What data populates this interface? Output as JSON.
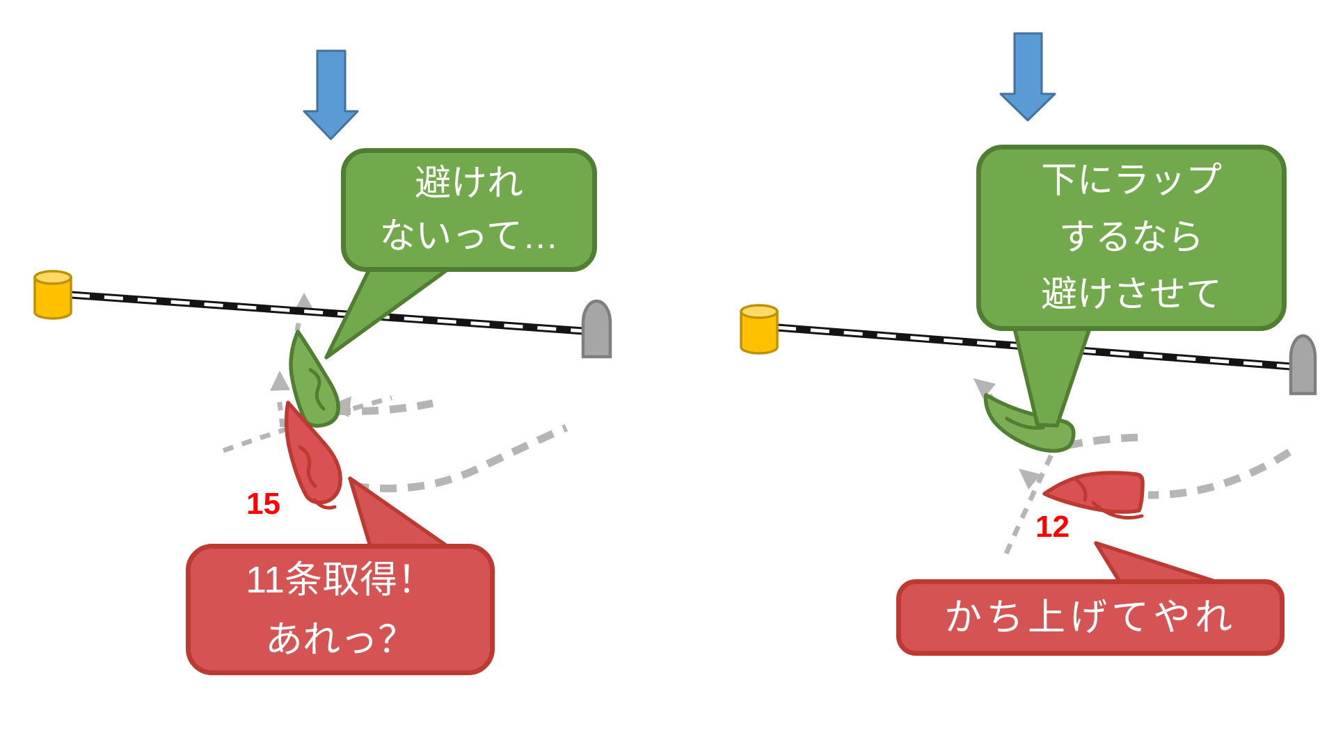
{
  "title": "sailing-rules-start-line-diagram",
  "icons": {
    "wind": "down-arrow",
    "pin_mark": "yellow-cylinder",
    "line_mark": "gray-post"
  },
  "colors": {
    "green_fill": "#72a94c",
    "green_stroke": "#507e32",
    "boat_green_fill": "#7cae55",
    "red_fill": "#d65353",
    "red_stroke": "#bd3a33",
    "boat_red_fill": "#d95152",
    "blue_fill": "#5b9bd5",
    "blue_stroke": "#41719c",
    "number_red": "#ff0000",
    "dash_gray": "#b5b5b5",
    "mark_yellow": "#ffc000",
    "mark_yellow_stroke": "#bf9000",
    "mark_yellow_top": "#ffd966",
    "post_gray": "#a6a6a6",
    "post_gray_stroke": "#7f7f7f",
    "line_black": "#141414"
  },
  "left_panel": {
    "green_bubble_text": "避けれ\nないって…",
    "red_bubble_text": "11条取得！\nあれっ？",
    "red_boat_number": "15"
  },
  "right_panel": {
    "green_bubble_text": "下にラップ\nするなら\n避けさせて",
    "red_bubble_text": "かち上げてやれ",
    "red_boat_number": "12"
  }
}
